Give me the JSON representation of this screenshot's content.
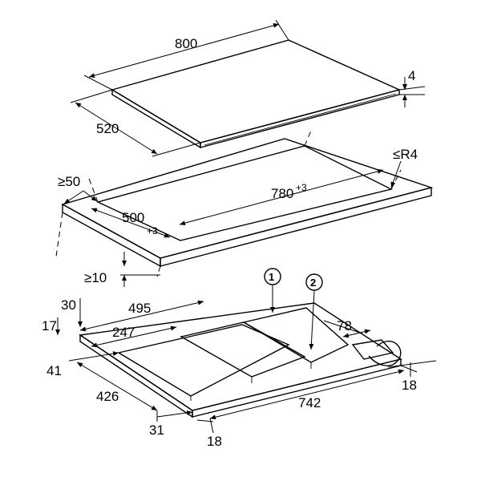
{
  "colors": {
    "glass": "#d4d4d4",
    "glass_dark": "#b6b6b6",
    "panel": "#dcdcdc",
    "line": "#000000",
    "background": "#ffffff"
  },
  "top_panel": {
    "width": "800",
    "depth": "520",
    "thickness": "4"
  },
  "cutout": {
    "corner_radius": "≤R4",
    "front_clearance": "≥50",
    "width": "780",
    "width_tolerance": "+3",
    "depth": "500",
    "depth_tolerance": "+3",
    "below_clearance": "≥10"
  },
  "bottom_unit": {
    "callouts": [
      "1",
      "2"
    ],
    "dim_30": "30",
    "dim_17": "17",
    "dim_495": "495",
    "dim_247": "247",
    "dim_78": "78",
    "dim_41": "41",
    "dim_426": "426",
    "dim_742": "742",
    "dim_18_right": "18",
    "dim_31": "31",
    "dim_18_bottom": "18"
  }
}
